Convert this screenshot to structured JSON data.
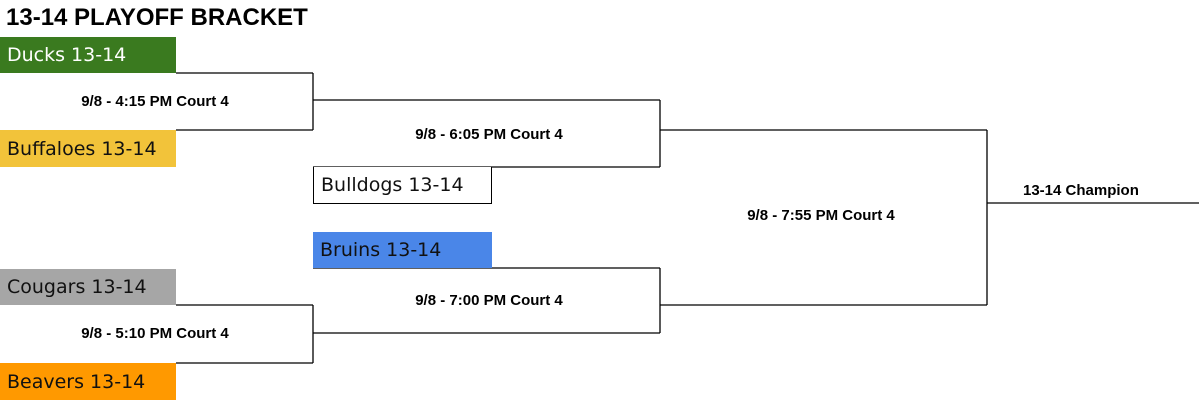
{
  "title": "13-14 PLAYOFF BRACKET",
  "colors": {
    "ducks": "#3a7a1f",
    "buffaloes": "#f2c33a",
    "bulldogs": "#ffffff",
    "bruins": "#4a86e8",
    "cougars": "#a6a6a6",
    "beavers": "#ff9900",
    "lines": "#000000"
  },
  "teams": {
    "ducks": "Ducks 13-14",
    "buffaloes": "Buffaloes 13-14",
    "bulldogs": "Bulldogs 13-14",
    "bruins": "Bruins 13-14",
    "cougars": "Cougars 13-14",
    "beavers": "Beavers 13-14"
  },
  "games": {
    "game1": "9/8 - 4:15 PM Court 4",
    "game2": "9/8 - 6:05 PM Court 4",
    "game3": "9/8 - 7:00 PM Court 4",
    "game4": "9/8 - 5:10 PM Court 4",
    "final": "9/8 - 7:55 PM Court 4"
  },
  "champion_label": "13-14 Champion"
}
